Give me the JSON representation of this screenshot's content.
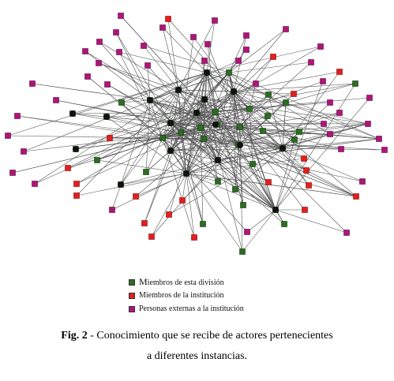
{
  "colors": {
    "division": "#2e6b24",
    "division_stroke": "#0b3a08",
    "institution": "#e61e1e",
    "external": "#b0147a",
    "edge": "#555555"
  },
  "legend": [
    {
      "label": "Miembros de esta división",
      "color": "#2e6b24"
    },
    {
      "label": "Miembros de la institución",
      "color": "#e61e1e"
    },
    {
      "label": "Personas externas a la institución",
      "color": "#b0147a"
    }
  ],
  "caption": {
    "bold": "Fig. 2",
    "rest": " - Conocimiento que se recibe de actores pertenecientes",
    "line2": "a diferentes instancias."
  }
}
